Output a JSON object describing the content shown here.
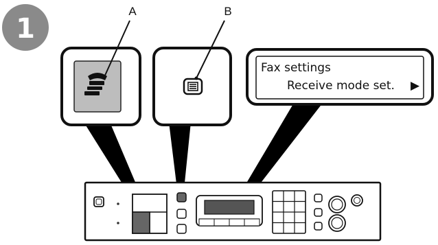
{
  "step": {
    "number": "1"
  },
  "callouts": {
    "a": "A",
    "b": "B"
  },
  "lcd": {
    "line1": "Fax settings",
    "line2": "Receive mode set.",
    "arrow": "▶"
  },
  "icons": {
    "fax_button": "fax-handset-icon",
    "menu_button": "menu-list-icon",
    "scroll_arrow": "right-triangle-icon"
  },
  "colors": {
    "step_badge": "#8a8a8a",
    "fax_button_fill": "#bdbdbd",
    "highlight_key": "#666666",
    "outline": "#111111"
  }
}
